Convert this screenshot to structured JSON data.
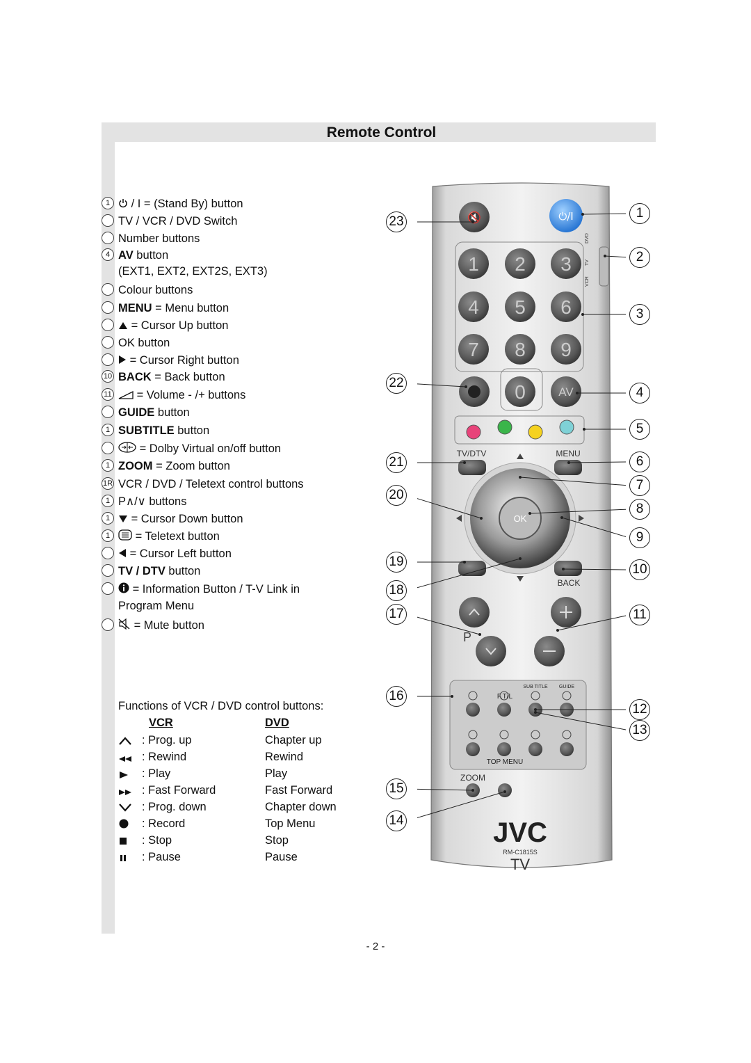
{
  "page": {
    "title": "Remote Control",
    "page_number": "- 2 -"
  },
  "legend": [
    {
      "n": "1",
      "icon": "power-icon",
      "pre": "",
      "bold": "",
      "text": " / I = (Stand By) button"
    },
    {
      "n": "",
      "icon": "",
      "pre": "",
      "bold": "",
      "text": "TV / VCR / DVD Switch"
    },
    {
      "n": "",
      "icon": "",
      "pre": "",
      "bold": "",
      "text": "Number buttons"
    },
    {
      "n": "4",
      "icon": "",
      "pre": "",
      "bold": "AV",
      "text": " button"
    },
    {
      "n": "",
      "icon": "",
      "pre": "",
      "bold": "",
      "text": "(EXT1, EXT2, EXT2S, EXT3)"
    },
    {
      "n": "",
      "icon": "",
      "pre": "",
      "bold": "",
      "text": "Colour buttons"
    },
    {
      "n": "",
      "icon": "",
      "pre": "",
      "bold": "MENU",
      "text": " = Menu button"
    },
    {
      "n": "",
      "icon": "up-triangle-icon",
      "pre": "",
      "bold": "",
      "text": " = Cursor Up button"
    },
    {
      "n": "",
      "icon": "",
      "pre": "",
      "bold": "",
      "text": "OK button"
    },
    {
      "n": "",
      "icon": "right-triangle-icon",
      "pre": "",
      "bold": "",
      "text": " = Cursor Right button"
    },
    {
      "n": "10",
      "icon": "",
      "pre": "",
      "bold": "BACK",
      "text": " =  Back button"
    },
    {
      "n": "11",
      "icon": "volume-icon",
      "pre": "",
      "bold": "",
      "text": " = Volume - /+ buttons"
    },
    {
      "n": "",
      "icon": "",
      "pre": "",
      "bold": "GUIDE",
      "text": " button"
    },
    {
      "n": "1",
      "icon": "",
      "pre": "",
      "bold": "SUBTITLE",
      "text": " button"
    },
    {
      "n": "",
      "icon": "dolby-virtual-icon",
      "pre": "",
      "bold": "",
      "text": " = Dolby Virtual on/off button"
    },
    {
      "n": "1",
      "icon": "",
      "pre": "",
      "bold": "ZOOM",
      "text": " = Zoom button"
    },
    {
      "n": "1R",
      "icon": "",
      "pre": "",
      "bold": "",
      "text": "VCR / DVD / Teletext control buttons"
    },
    {
      "n": "1",
      "icon": "",
      "pre": "",
      "bold": "",
      "text": "P∧/∨ buttons"
    },
    {
      "n": "1",
      "icon": "down-triangle-icon",
      "pre": "",
      "bold": "",
      "text": " = Cursor Down button"
    },
    {
      "n": "1",
      "icon": "teletext-icon",
      "pre": "",
      "bold": "",
      "text": " = Teletext button"
    },
    {
      "n": "",
      "icon": "left-triangle-icon",
      "pre": "",
      "bold": "",
      "text": " = Cursor Left button"
    },
    {
      "n": "",
      "icon": "",
      "pre": "",
      "bold": "TV / DTV",
      "text": " button"
    },
    {
      "n": "",
      "icon": "info-icon",
      "pre": "",
      "bold": "",
      "text": " = Information Button / T-V Link in"
    },
    {
      "n": "",
      "icon": "",
      "pre": "",
      "bold": "",
      "text": "Program Menu"
    },
    {
      "n": "",
      "icon": "mute-icon",
      "pre": "",
      "bold": "",
      "text": " = Mute button"
    }
  ],
  "controls": {
    "intro": "Functions of VCR / DVD control buttons:",
    "vcr_header": "VCR",
    "dvd_header": "DVD",
    "rows": [
      {
        "icon": "chevron-up-icon",
        "vcr": ": Prog. up",
        "dvd": "Chapter up"
      },
      {
        "icon": "rewind-icon",
        "vcr": ": Rewind",
        "dvd": "Rewind"
      },
      {
        "icon": "play-icon",
        "vcr": ": Play",
        "dvd": "Play"
      },
      {
        "icon": "fast-forward-icon",
        "vcr": ": Fast Forward",
        "dvd": "Fast Forward"
      },
      {
        "icon": "chevron-down-icon",
        "vcr": ": Prog. down",
        "dvd": "Chapter down"
      },
      {
        "icon": "record-icon",
        "vcr": ": Record",
        "dvd": "Top Menu"
      },
      {
        "icon": "stop-icon",
        "vcr": ": Stop",
        "dvd": "Stop"
      },
      {
        "icon": "pause-icon",
        "vcr": ": Pause",
        "dvd": "Pause"
      }
    ]
  },
  "remote": {
    "power_label": "⏻/I",
    "switch_labels": [
      "DVD",
      "TV",
      "VCR"
    ],
    "digits": [
      "1",
      "2",
      "3",
      "4",
      "5",
      "6",
      "7",
      "8",
      "9",
      "0"
    ],
    "av_label": "AV",
    "color_keys": [
      "#e8437a",
      "#3ab54a",
      "#f5d21f",
      "#7fd1d6"
    ],
    "tvdtv_label": "TV/DTV",
    "menu_label": "MENU",
    "ok_label": "OK",
    "back_label": "BACK",
    "p_label": "P",
    "ftl_label": "F.T/L",
    "subtitle_label": "SUB TITLE",
    "guide_label": "GUIDE",
    "topmenu_label": "TOP MENU",
    "zoom_label": "ZOOM",
    "brand": "JVC",
    "model": "RM-C1815S",
    "tv_label": "TV"
  },
  "callouts": [
    "1",
    "2",
    "3",
    "4",
    "5",
    "6",
    "7",
    "8",
    "9",
    "10",
    "11",
    "12",
    "13",
    "14",
    "15",
    "16",
    "17",
    "18",
    "19",
    "20",
    "21",
    "22",
    "23"
  ]
}
